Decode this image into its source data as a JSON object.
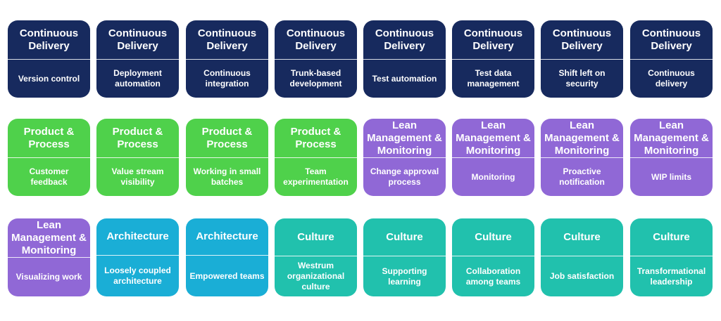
{
  "colors": {
    "continuous_delivery": "#172a5e",
    "product_process": "#4fd14b",
    "lean_management": "#9068d6",
    "architecture": "#1aaed6",
    "culture": "#21c1ad"
  },
  "rows": [
    {
      "tiles": [
        {
          "category": "Continuous Delivery",
          "capability": "Version control"
        },
        {
          "category": "Continuous Delivery",
          "capability": "Deployment automation"
        },
        {
          "category": "Continuous Delivery",
          "capability": "Continuous integration"
        },
        {
          "category": "Continuous Delivery",
          "capability": "Trunk-based development"
        },
        {
          "category": "Continuous Delivery",
          "capability": "Test automation"
        },
        {
          "category": "Continuous Delivery",
          "capability": "Test data management"
        },
        {
          "category": "Continuous Delivery",
          "capability": "Shift left on security"
        },
        {
          "category": "Continuous Delivery",
          "capability": "Continuous delivery"
        }
      ]
    },
    {
      "tiles": [
        {
          "category": "Product & Process",
          "capability": "Customer feedback"
        },
        {
          "category": "Product & Process",
          "capability": "Value stream visibility"
        },
        {
          "category": "Product & Process",
          "capability": "Working in small batches"
        },
        {
          "category": "Product & Process",
          "capability": "Team experimentation"
        },
        {
          "category": "Lean Management & Monitoring",
          "capability": "Change approval process"
        },
        {
          "category": "Lean Management & Monitoring",
          "capability": "Monitoring"
        },
        {
          "category": "Lean Management & Monitoring",
          "capability": "Proactive notification"
        },
        {
          "category": "Lean Management & Monitoring",
          "capability": "WIP limits"
        }
      ]
    },
    {
      "tiles": [
        {
          "category": "Lean Management & Monitoring",
          "capability": "Visualizing work"
        },
        {
          "category": "Architecture",
          "capability": "Loosely coupled architecture"
        },
        {
          "category": "Architecture",
          "capability": "Empowered teams"
        },
        {
          "category": "Culture",
          "capability": "Westrum organizational culture"
        },
        {
          "category": "Culture",
          "capability": "Supporting learning"
        },
        {
          "category": "Culture",
          "capability": "Collaboration among teams"
        },
        {
          "category": "Culture",
          "capability": "Job satisfaction"
        },
        {
          "category": "Culture",
          "capability": "Transformational leadership"
        }
      ]
    }
  ]
}
